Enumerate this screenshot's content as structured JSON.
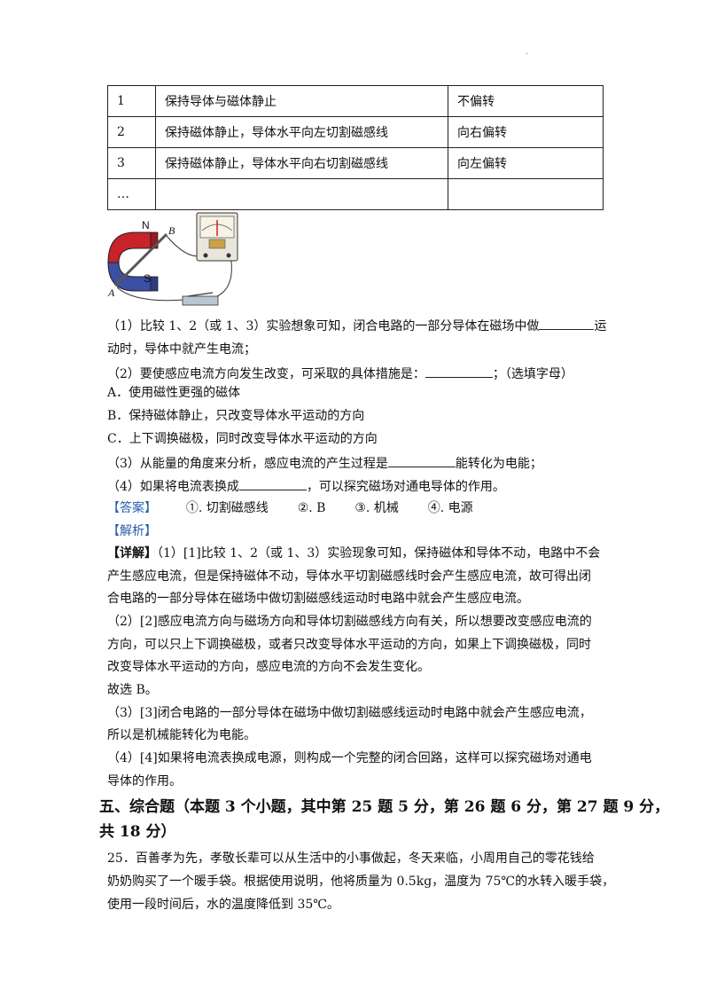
{
  "corner_mark": "·",
  "table": {
    "rows": [
      {
        "no": "1",
        "op": "保持导体与磁体静止",
        "result": "不偏转"
      },
      {
        "no": "2",
        "op": "保持磁体静止，导体水平向左切割磁感线",
        "result": "向右偏转"
      },
      {
        "no": "3",
        "op": "保持磁体静止，导体水平向右切割磁感线",
        "result": "向左偏转"
      },
      {
        "no": "…",
        "op": "",
        "result": ""
      }
    ]
  },
  "figure": {
    "label_n": "N",
    "label_s": "S",
    "label_a": "A",
    "label_b": "B"
  },
  "q1": {
    "line1_a": "（1）比较 1、2（或 1、3）实验想象可知，闭合电路的一部分导体在磁场中做",
    "line1_b": "运",
    "line2": "动时，导体中就产生电流；"
  },
  "q2": {
    "a": "（2）要使感应电流方向发生改变，可采取的具体措施是：",
    "b": "；（选填字母）"
  },
  "opt_a": "A．使用磁性更强的磁体",
  "opt_b": "B．保持磁体静止，只改变导体水平运动的方向",
  "opt_c": "C．上下调换磁极，同时改变导体水平运动的方向",
  "q3": {
    "a": "（3）从能量的角度来分析，感应电流的产生过程是",
    "b": "能转化为电能；"
  },
  "q4": {
    "a": "（4）如果将电流表换成",
    "b": "，可以探究磁场对通电导体的作用。"
  },
  "answer": {
    "tag": "【答案】",
    "a1": "①. 切割磁感线",
    "a2": "②. B",
    "a3": "③. 机械",
    "a4": "④. 电源"
  },
  "analysis_tag": "【解析】",
  "detail": {
    "tag": "【详解】",
    "l1": "（1）[1]比较 1、2（或 1、3）实验现象可知，保持磁体和导体不动，电路中不会",
    "l2": "产生感应电流，但是保持磁体不动，导体水平切割磁感线时会产生感应电流，故可得出闭",
    "l3": "合电路的一部分导体在磁场中做切割磁感线运动时电路中就会产生感应电流。",
    "l4": "（2）[2]感应电流方向与磁场方向和导体切割磁感线方向有关，所以想要改变感应电流的",
    "l5": "方向，可以只上下调换磁极，或者只改变导体水平运动的方向，如果上下调换磁极，同时",
    "l6": "改变导体水平运动的方向，感应电流的方向不会发生变化。",
    "l7": "故选 B。",
    "l8": "（3）[3]闭合电路的一部分导体在磁场中做切割磁感线运动时电路中就会产生感应电流，",
    "l9": "所以是机械能转化为电能。",
    "l10": "（4）[4]如果将电流表换成电源，则构成一个完整的闭合回路，这样可以探究磁场对通电",
    "l11": "导体的作用。"
  },
  "section": {
    "l1": "五、综合题（本题 3 个小题，其中第 25 题 5 分，第 26 题 6 分，第 27 题 9 分，",
    "l2": "共 18 分）"
  },
  "q25": {
    "l1": "25．百善孝为先，孝敬长辈可以从生活中的小事做起，冬天来临，小周用自己的零花钱给",
    "l2": "奶奶购买了一个暖手袋。根据使用说明，他将质量为 0.5kg，温度为 75℃的水转入暖手袋，",
    "l3": "使用一段时间后，水的温度降低到 35℃。"
  }
}
